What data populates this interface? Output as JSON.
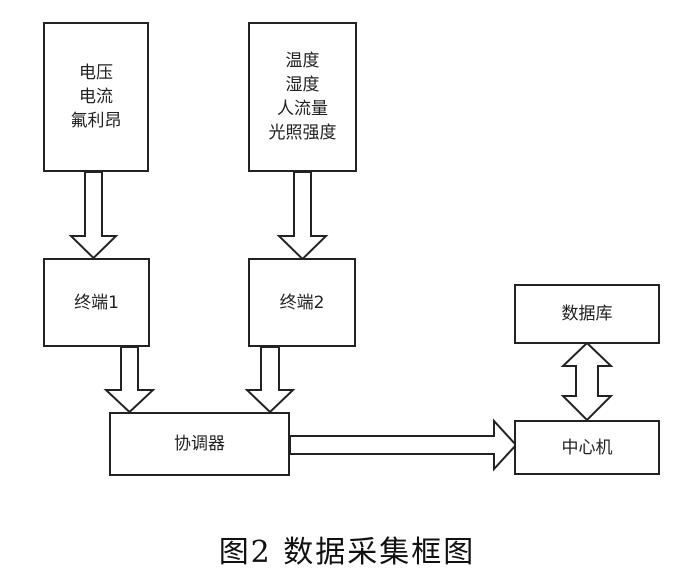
{
  "diagram": {
    "sensors_1": [
      "电压",
      "电流",
      "氟利昂"
    ],
    "sensors_2": [
      "温度",
      "湿度",
      "人流量",
      "光照强度"
    ],
    "terminal_1": "终端1",
    "terminal_2": "终端2",
    "coordinator": "协调器",
    "database": "数据库",
    "host": "中心机",
    "caption": "图2  数据采集框图"
  }
}
